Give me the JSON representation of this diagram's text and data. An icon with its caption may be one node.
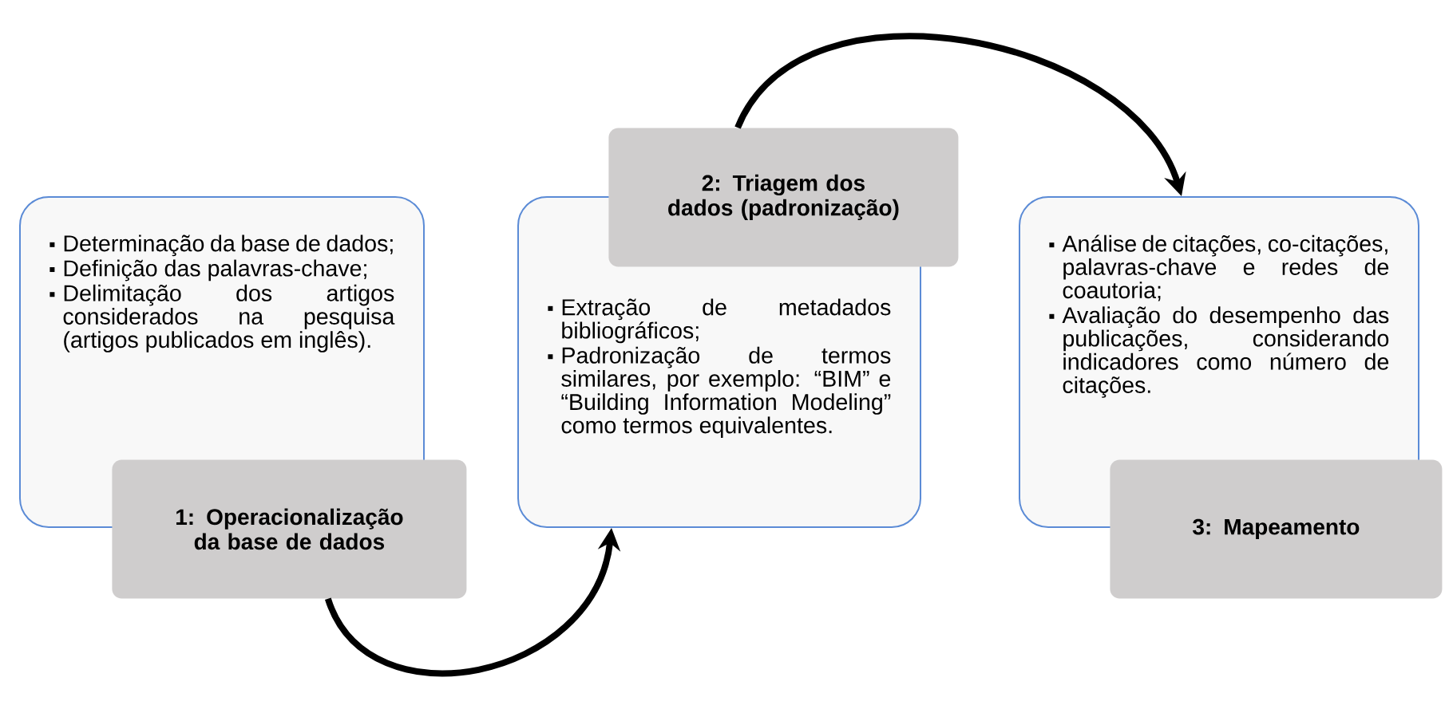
{
  "diagram": {
    "nodes": [
      {
        "text": [
          "Determinação da base de dados;",
          "Definição das palavras-chave;",
          "Delimitação dos artigos considerados na pesquisa (artigos publicados em inglês)."
        ]
      },
      {
        "text": [
          "1: Operacionalização da base de dados"
        ]
      },
      {
        "text": [
          "2: Triagem dos dados (padronização)"
        ]
      },
      {
        "text": [
          "Extração de metadados bibliográficos;",
          "Padronização de termos similares, por exemplo: “BIM” e “Building Information Modeling” como termos equivalentes."
        ]
      },
      {
        "text": [
          "Análise de citações, co-citações, palavras-chave e redes de coautoria;",
          "Avaliação do desempenho das publicações, considerando indicadores como número de citações."
        ]
      },
      {
        "text": [
          "3: Mapeamento"
        ]
      }
    ],
    "edges": [
      {
        "from": 1,
        "to": 3,
        "arrow": "to"
      },
      {
        "from": 2,
        "to": 4,
        "arrow": "to"
      }
    ]
  }
}
